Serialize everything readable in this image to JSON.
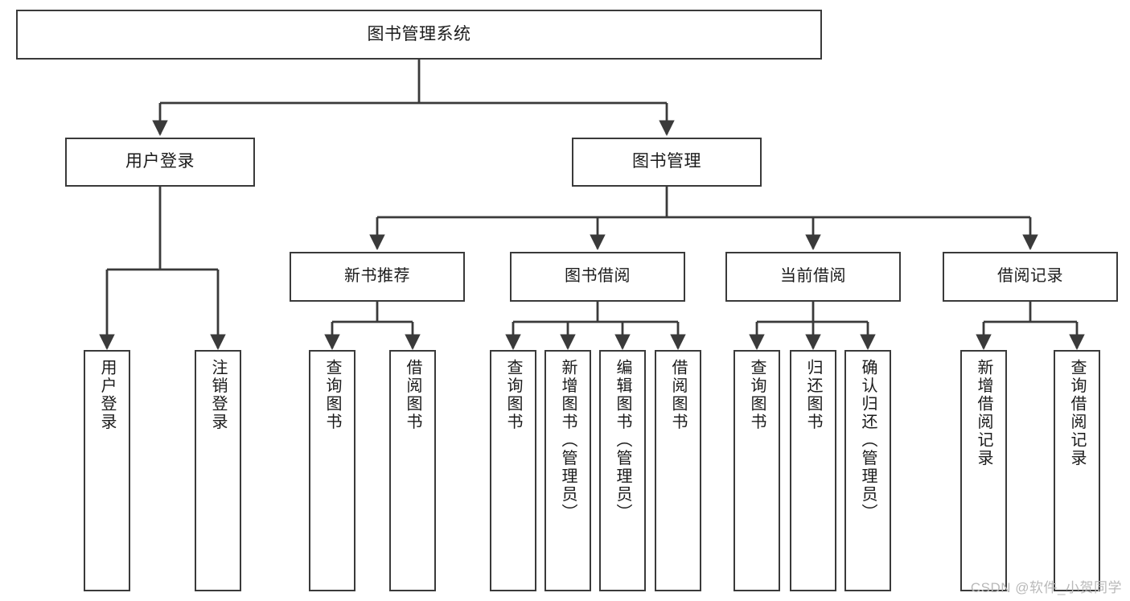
{
  "diagram": {
    "title_node": {
      "label": "图书管理系统"
    },
    "level2": [
      {
        "id": "user-login",
        "label": "用户登录"
      },
      {
        "id": "book-management",
        "label": "图书管理"
      }
    ],
    "level3": [
      {
        "id": "new-book-recommend",
        "label": "新书推荐"
      },
      {
        "id": "book-borrow",
        "label": "图书借阅"
      },
      {
        "id": "current-borrow",
        "label": "当前借阅"
      },
      {
        "id": "borrow-record",
        "label": "借阅记录"
      }
    ],
    "leaves": [
      {
        "id": "leaf-user-login",
        "label": "用户登录",
        "parent": "user-login"
      },
      {
        "id": "leaf-logout",
        "label": "注销登录",
        "parent": "user-login"
      },
      {
        "id": "leaf-query-book-1",
        "label": "查询图书",
        "parent": "new-book-recommend"
      },
      {
        "id": "leaf-borrow-book-1",
        "label": "借阅图书",
        "parent": "new-book-recommend"
      },
      {
        "id": "leaf-query-book-2",
        "label": "查询图书",
        "parent": "book-borrow"
      },
      {
        "id": "leaf-add-book",
        "label": "新增图书（管理员）",
        "parent": "book-borrow"
      },
      {
        "id": "leaf-edit-book",
        "label": "编辑图书（管理员）",
        "parent": "book-borrow"
      },
      {
        "id": "leaf-borrow-book-2",
        "label": "借阅图书",
        "parent": "book-borrow"
      },
      {
        "id": "leaf-query-book-3",
        "label": "查询图书",
        "parent": "current-borrow"
      },
      {
        "id": "leaf-return-book",
        "label": "归还图书",
        "parent": "current-borrow"
      },
      {
        "id": "leaf-confirm-return",
        "label": "确认归还（管理员）",
        "parent": "current-borrow"
      },
      {
        "id": "leaf-add-record",
        "label": "新增借阅记录",
        "parent": "borrow-record"
      },
      {
        "id": "leaf-query-record",
        "label": "查询借阅记录",
        "parent": "borrow-record"
      }
    ],
    "watermark": "CSDN @软件_小贺同学",
    "colors": {
      "box_border": "#3a3a3a",
      "line": "#3a3a3a",
      "text": "#1b1b1b",
      "background": "#ffffff",
      "watermark": "#b9b9b9"
    }
  }
}
